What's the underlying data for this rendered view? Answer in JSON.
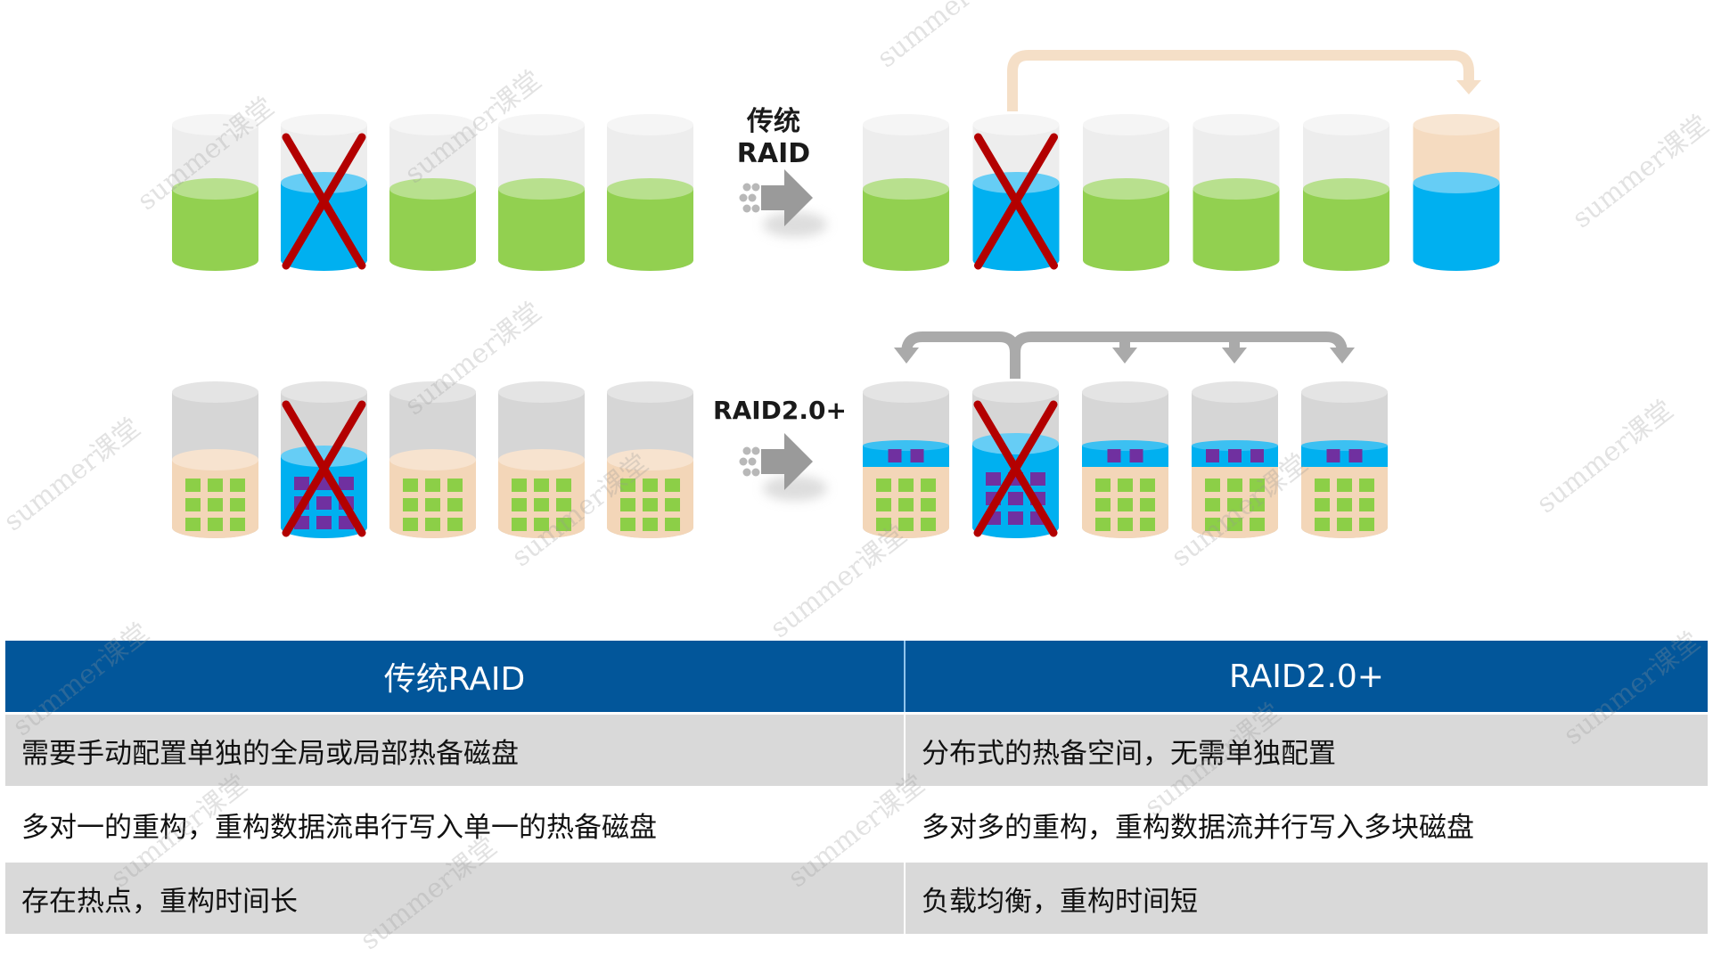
{
  "diagram": {
    "top_label_line1": "传统",
    "top_label_line2": "RAID",
    "bottom_label": "RAID2.0+",
    "colors": {
      "data_green": "#92d050",
      "data_green_top": "#b8e08e",
      "failed_blue": "#00b0f0",
      "failed_blue_top": "#66cdf5",
      "disk_empty": "#ededed",
      "disk_empty_top": "#f5f5f5",
      "disk_gray": "#d6d6d6",
      "disk_gray_top": "#e4e4e4",
      "spare_peach": "#f5dbc0",
      "cross_red": "#b30000",
      "chunk_green": "#8ccf47",
      "chunk_purple": "#7030a0",
      "hotspare_band": "#00b0f0",
      "arrow_gray": "#999999",
      "arrow_peach": "#f5dfc7"
    },
    "top_row_left": [
      {
        "fill": "green",
        "failed": false
      },
      {
        "fill": "blue",
        "failed": true
      },
      {
        "fill": "green",
        "failed": false
      },
      {
        "fill": "green",
        "failed": false
      },
      {
        "fill": "green",
        "failed": false
      }
    ],
    "top_row_right": [
      {
        "fill": "green",
        "failed": false
      },
      {
        "fill": "blue",
        "failed": true
      },
      {
        "fill": "green",
        "failed": false
      },
      {
        "fill": "green",
        "failed": false
      },
      {
        "fill": "green",
        "failed": false
      },
      {
        "fill": "blue",
        "failed": false,
        "spare": true
      }
    ],
    "bottom_row_left": [
      {
        "failed": false
      },
      {
        "failed": true
      },
      {
        "failed": false
      },
      {
        "failed": false
      },
      {
        "failed": false
      }
    ],
    "bottom_row_right": [
      {
        "failed": false,
        "purple_chunks": 2
      },
      {
        "failed": true,
        "purple_chunks": 0
      },
      {
        "failed": false,
        "purple_chunks": 2
      },
      {
        "failed": false,
        "purple_chunks": 3
      },
      {
        "failed": false,
        "purple_chunks": 2
      }
    ]
  },
  "table": {
    "headers": [
      "传统RAID",
      "RAID2.0+"
    ],
    "rows": [
      [
        "需要手动配置单独的全局或局部热备磁盘",
        "分布式的热备空间，无需单独配置"
      ],
      [
        "多对一的重构，重构数据流串行写入单一的热备磁盘",
        "多对多的重构，重构数据流并行写入多块磁盘"
      ],
      [
        "存在热点，重构时间长",
        "负载均衡，重构时间短"
      ]
    ]
  },
  "watermark": "summer课堂"
}
